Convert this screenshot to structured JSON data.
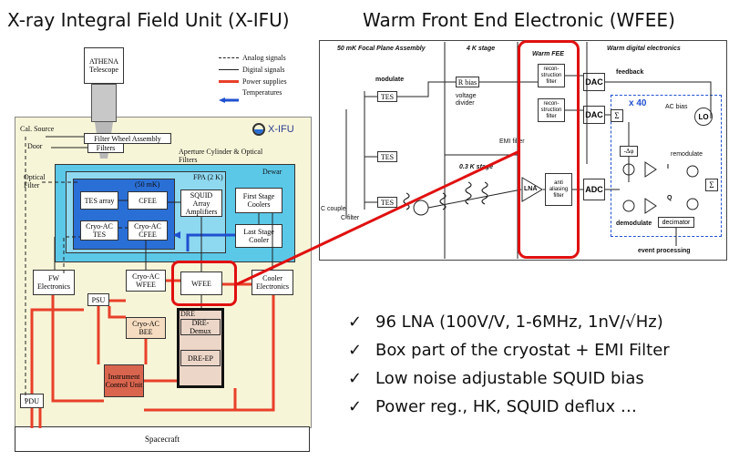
{
  "titles": {
    "left": "X-ray Integral Field Unit (X-IFU)",
    "right": "Warm Front End Electronic (WFEE)"
  },
  "legend": {
    "analog": "Analog signals",
    "digital": "Digital signals",
    "power": "Power supplies",
    "temperatures": "Temperatures"
  },
  "xifu_diagram": {
    "telescope": "ATHENA Telescope",
    "cal_source": "Cal. Source",
    "door": "Door",
    "optical_filter": "Optical Filter",
    "filter_wheel": "Filter Wheel Assembly",
    "filters": "Filters",
    "aperture": "Aperture Cylinder & Optical Filters",
    "logo": "X-IFU",
    "dewar": "Dewar",
    "fpa": "FPA (2 K)",
    "mk50": "(50 mK)",
    "tes_array": "TES array",
    "cfee": "CFEE",
    "cryo_ac_tes": "Cryo-AC TES",
    "cryo_ac_cfee": "Cryo-AC CFEE",
    "squid": "SQUID Array Amplifiers",
    "first_stage": "First Stage Coolers",
    "last_stage": "Last Stage Cooler",
    "fw_electronics": "FW Electronics",
    "cryo_ac_wfee": "Cryo-AC WFEE",
    "wfee": "WFEE",
    "cooler_electronics": "Cooler Electronics",
    "psu": "PSU",
    "cryo_ac_bee": "Cryo-AC BEE",
    "dre": "DRE",
    "dre_demux": "DRE-Demux",
    "dre_ep": "DRE-EP",
    "icu": "Instrument Control Unit",
    "pdu": "PDU",
    "spacecraft": "Spacecraft"
  },
  "wfee_schematic": {
    "focal_plane": "50 mK  Focal Plane Assembly",
    "stage_4k": "4 K stage",
    "warm_fee": "Warm FEE",
    "warm_digital": "Warm digital electronics",
    "modulate": "modulate",
    "tes": "TES",
    "rbias": "R bias",
    "voltage_divider": "voltage divider",
    "emi": "EMI filter",
    "stage_03k": "0.3 K stage",
    "reconstruction_filter": "recon- struction filter",
    "lna": "LNA",
    "anti_aliasing": "anti aliasing filter",
    "adc": "ADC",
    "dac": "DAC",
    "feedback": "feedback",
    "x40": "x 40",
    "ac_bias": "AC bias",
    "lo": "LO",
    "sigma": "Σ",
    "delta_phi": "-Δφ",
    "remodulate": "remodulate",
    "demodulate": "demodulate",
    "decimator": "decimator",
    "event_processing": "event processing",
    "i": "I",
    "q": "Q",
    "c_couple": "C couple",
    "c_filter": "C filter"
  },
  "bullets": [
    "96 LNA (100V/V, 1-6MHz, 1nV/√Hz)",
    "Box part of the cryostat + EMI Filter",
    "Low noise adjustable SQUID bias",
    "Power reg., HK, SQUID deflux …"
  ],
  "colors": {
    "highlight": "#e01010",
    "power": "#e8402a",
    "temperature": "#2050d0",
    "instrument_bg": "#f7f5d8",
    "dewar_bg": "#5bc8e8",
    "fpa_bg": "#8ed8f0",
    "mk50_bg": "#2a6fd6",
    "icu_bg": "#d9654e",
    "bee_bg": "#f6dcc0",
    "dre_bg": "#ecd6c8"
  }
}
